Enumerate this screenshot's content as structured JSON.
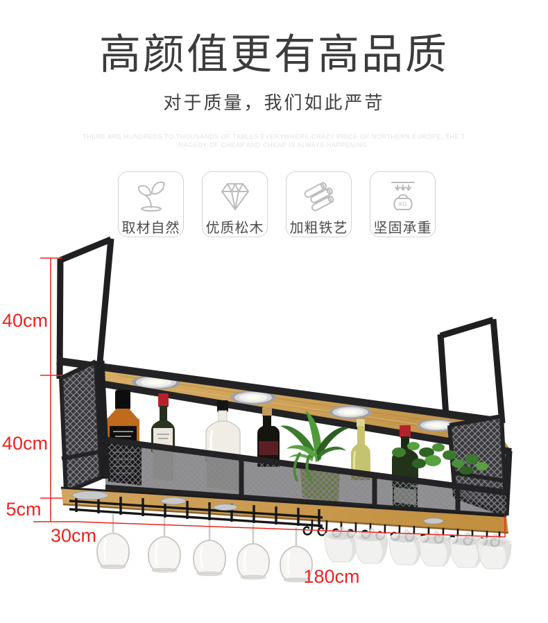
{
  "header": {
    "title": "高颜值更有高品质",
    "subtitle": "对于质量，我们如此严苛",
    "caption_line1": "THERE ARE HUNDREDS TO THOUSANDS OF TABLES EVERYWHERE.CRAZY PRICE OF NORTHERN EUROPE, THE T",
    "caption_line2": "RAGEDY OF CHEAP AND CHEAP IS ALWAYS HAPPENING."
  },
  "features": [
    {
      "icon": "sprout-icon",
      "label": "取材自然"
    },
    {
      "icon": "diamond-icon",
      "label": "优质松木"
    },
    {
      "icon": "iron-pipes-icon",
      "label": "加粗铁艺"
    },
    {
      "icon": "load-weight-icon",
      "label": "坚固承重",
      "badge_text": "KG"
    }
  ],
  "dimensions": {
    "upper_height": "40cm",
    "cabinet_height": "40cm",
    "board_thickness": "5cm",
    "depth": "30cm",
    "length": "180cm"
  },
  "colors": {
    "accent_red": "#e8251f",
    "frame_black": "#232325",
    "wood": "#c99c55",
    "mesh_gray": "#39393d"
  }
}
